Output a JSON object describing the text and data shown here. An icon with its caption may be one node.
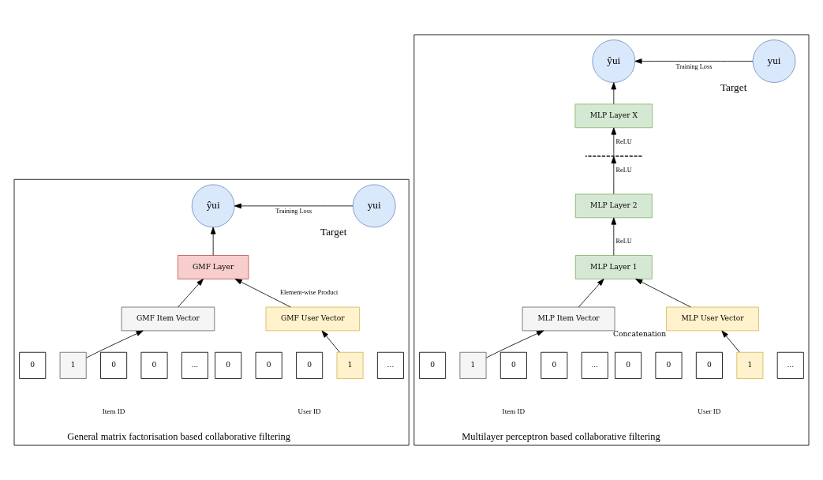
{
  "diagram": {
    "nodes": [
      {
        "text": [
          "General matrix factorisation based collaborative filtering"
        ]
      },
      {
        "text": [
          "yui"
        ],
        "in": 0,
        "beside": [
          "Target"
        ]
      },
      {
        "text": [
          "ŷui"
        ],
        "in": 0
      },
      {
        "text": [
          "GMF Layer"
        ],
        "in": 0
      },
      {
        "text": [
          "GMF User Vector"
        ],
        "in": 0
      },
      {
        "text": [
          "GMF Item Vector"
        ],
        "in": 0
      },
      {
        "text": [
          "0"
        ],
        "in": 0
      },
      {
        "text": [
          "0"
        ],
        "in": 0
      },
      {
        "text": [
          "0"
        ],
        "in": 0
      },
      {
        "text": [
          "1"
        ],
        "in": 0
      },
      {
        "text": [
          "..."
        ],
        "in": 0
      },
      {
        "text": [
          "0"
        ],
        "in": 0
      },
      {
        "text": [
          "1"
        ],
        "in": 0
      },
      {
        "text": [
          "0"
        ],
        "in": 0
      },
      {
        "text": [
          "0"
        ],
        "in": 0
      },
      {
        "text": [
          "..."
        ],
        "in": 0
      },
      {
        "text": [
          "Multilayer perceptron based collaborative filtering"
        ]
      },
      {
        "text": [
          "ŷui"
        ],
        "in": 16
      },
      {
        "text": [
          "yui"
        ],
        "in": 16,
        "beside": [
          "Target"
        ]
      },
      {
        "text": [
          "MLP Layer X"
        ],
        "in": 16
      },
      {
        "text": [],
        "shape": "line",
        "in": 16
      },
      {
        "text": [
          "MLP Layer 2"
        ],
        "in": 16
      },
      {
        "text": [
          "MLP Layer 1"
        ],
        "in": 16
      },
      {
        "text": [
          "MLP User Vector"
        ],
        "in": 16,
        "beside": [
          "Concatenation"
        ]
      },
      {
        "text": [
          "MLP Item Vector"
        ],
        "in": 16
      },
      {
        "text": [
          "0"
        ],
        "in": 16
      },
      {
        "text": [
          "0"
        ],
        "in": 16
      },
      {
        "text": [
          "0"
        ],
        "in": 16
      },
      {
        "text": [
          "1"
        ],
        "in": 16
      },
      {
        "text": [
          "..."
        ],
        "in": 16
      },
      {
        "text": [
          "0"
        ],
        "in": 16
      },
      {
        "text": [
          "1"
        ],
        "in": 16
      },
      {
        "text": [
          "0"
        ],
        "in": 16
      },
      {
        "text": [
          "0"
        ],
        "in": 16
      },
      {
        "text": [
          "..."
        ],
        "in": 16
      }
    ],
    "edges": [
      {
        "from": 1,
        "to": 2,
        "arrow": "to",
        "label": "Training Loss"
      },
      {
        "from": 3,
        "to": 2,
        "arrow": "to"
      },
      {
        "from": 4,
        "to": 3,
        "arrow": "to",
        "label": "Element-wise Product"
      },
      {
        "from": 5,
        "to": 3,
        "arrow": "to"
      },
      {
        "from": 9,
        "to": 4,
        "arrow": "to"
      },
      {
        "from": 12,
        "to": 5,
        "arrow": "to"
      },
      {
        "from": 18,
        "to": 17,
        "arrow": "to",
        "label": "Training Loss"
      },
      {
        "from": 19,
        "to": 17,
        "arrow": "to"
      },
      {
        "from": 20,
        "to": 19,
        "arrow": "to",
        "label": "ReLU"
      },
      {
        "from": 21,
        "to": 20,
        "arrow": "to",
        "label": "ReLU"
      },
      {
        "from": 22,
        "to": 21,
        "arrow": "to",
        "label": "ReLU"
      },
      {
        "from": 23,
        "to": 22,
        "arrow": "to"
      },
      {
        "from": 24,
        "to": 22,
        "arrow": "to"
      },
      {
        "from": 28,
        "to": 23,
        "arrow": "to"
      },
      {
        "from": 31,
        "to": 24,
        "arrow": "to"
      }
    ],
    "labels": [
      "User ID",
      "Item ID",
      "User ID",
      "Item ID"
    ]
  }
}
